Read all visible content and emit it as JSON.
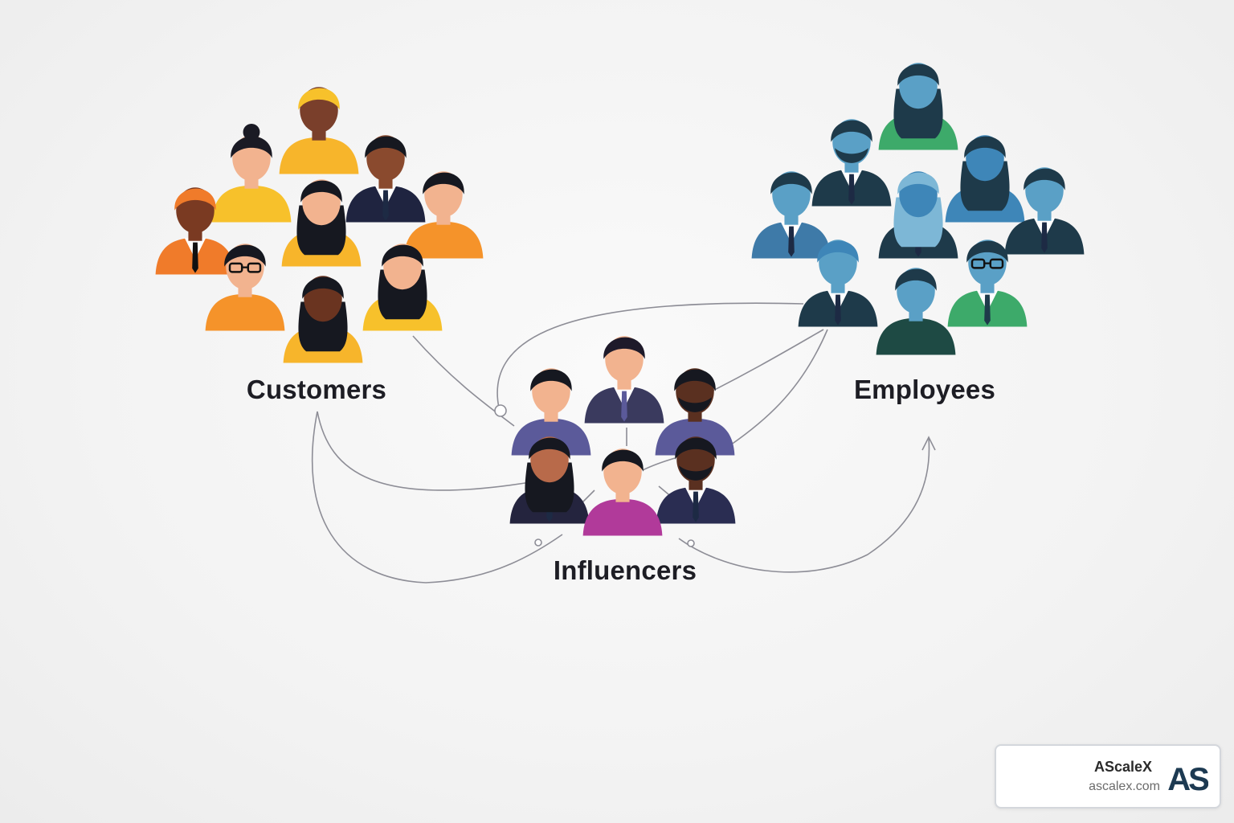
{
  "groups": {
    "customers": {
      "label": "Customers"
    },
    "employees": {
      "label": "Employees"
    },
    "influencers": {
      "label": "Influencers"
    }
  },
  "brand": {
    "name": "AScaleX",
    "url": "ascalex.com",
    "logo_text": "AS",
    "logo_color": "#1d3a52"
  },
  "colors": {
    "line": "#8d8d96",
    "customer_palette": [
      "#f5a623",
      "#f07b2a",
      "#f7c12b"
    ],
    "employee_palette": [
      "#3e86b8",
      "#1e3a4a",
      "#3daa6a"
    ],
    "influencer_palette": [
      "#3a3a5e",
      "#5b5a9a",
      "#b13a9a"
    ]
  }
}
